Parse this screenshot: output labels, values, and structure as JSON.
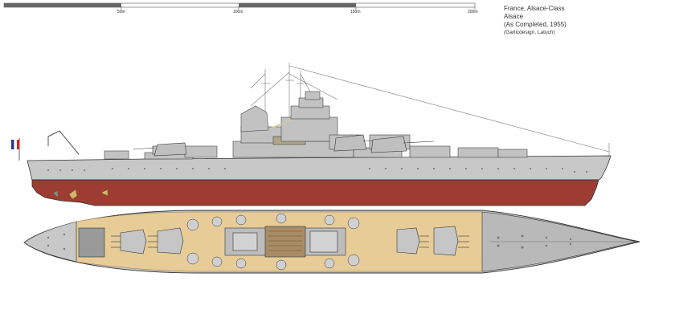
{
  "scale_bar": {
    "labels": [
      "50m",
      "100m",
      "150m",
      "200m"
    ]
  },
  "caption": {
    "line1": "France, Alsace-Class",
    "line2": "Alsace",
    "line3": "(As Completed, 1955)",
    "line4": "(Garlicdesign, Latuch)"
  },
  "colors": {
    "hull_grey": "#c8c8c8",
    "hull_red": "#9c3c32",
    "deck_wood": "#e8cc98",
    "steel_deck": "#b9b9b9",
    "outline": "#333333",
    "flag_blue": "#1e3c96",
    "flag_red": "#d22828"
  }
}
